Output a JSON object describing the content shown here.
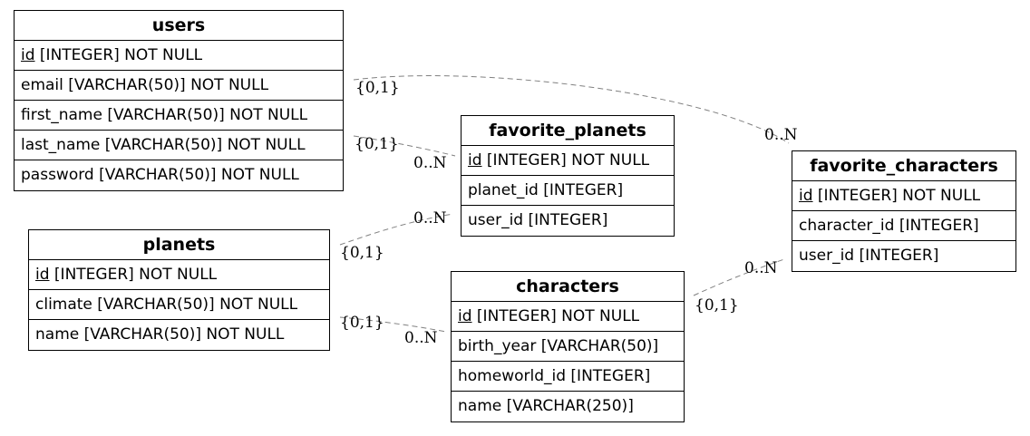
{
  "entities": {
    "users": {
      "title": "users",
      "rows": [
        {
          "pk": "id",
          "rest": " [INTEGER] NOT NULL"
        },
        {
          "pk": "",
          "rest": "email [VARCHAR(50)] NOT NULL"
        },
        {
          "pk": "",
          "rest": "first_name [VARCHAR(50)] NOT NULL"
        },
        {
          "pk": "",
          "rest": "last_name [VARCHAR(50)] NOT NULL"
        },
        {
          "pk": "",
          "rest": "password [VARCHAR(50)] NOT NULL"
        }
      ]
    },
    "favorite_planets": {
      "title": "favorite_planets",
      "rows": [
        {
          "pk": "id",
          "rest": " [INTEGER] NOT NULL"
        },
        {
          "pk": "",
          "rest": "planet_id [INTEGER]"
        },
        {
          "pk": "",
          "rest": "user_id [INTEGER]"
        }
      ]
    },
    "favorite_characters": {
      "title": "favorite_characters",
      "rows": [
        {
          "pk": "id",
          "rest": " [INTEGER] NOT NULL"
        },
        {
          "pk": "",
          "rest": "character_id [INTEGER]"
        },
        {
          "pk": "",
          "rest": "user_id [INTEGER]"
        }
      ]
    },
    "planets": {
      "title": "planets",
      "rows": [
        {
          "pk": "id",
          "rest": " [INTEGER] NOT NULL"
        },
        {
          "pk": "",
          "rest": "climate [VARCHAR(50)] NOT NULL"
        },
        {
          "pk": "",
          "rest": "name [VARCHAR(50)] NOT NULL"
        }
      ]
    },
    "characters": {
      "title": "characters",
      "rows": [
        {
          "pk": "id",
          "rest": " [INTEGER] NOT NULL"
        },
        {
          "pk": "",
          "rest": "birth_year [VARCHAR(50)]"
        },
        {
          "pk": "",
          "rest": "homeworld_id [INTEGER]"
        },
        {
          "pk": "",
          "rest": "name [VARCHAR(250)]"
        }
      ]
    }
  },
  "relations": [
    {
      "from": "users",
      "to": "favorite_characters",
      "from_card": "{0,1}",
      "to_card": "0..N"
    },
    {
      "from": "users",
      "to": "favorite_planets",
      "from_card": "{0,1}",
      "to_card": "0..N"
    },
    {
      "from": "planets",
      "to": "favorite_planets",
      "from_card": "{0,1}",
      "to_card": "0..N"
    },
    {
      "from": "planets",
      "to": "characters",
      "from_card": "{0,1}",
      "to_card": "0..N"
    },
    {
      "from": "characters",
      "to": "favorite_characters",
      "from_card": "{0,1}",
      "to_card": "0..N"
    }
  ],
  "colors": {
    "edge": "#808080",
    "border": "#000000"
  }
}
